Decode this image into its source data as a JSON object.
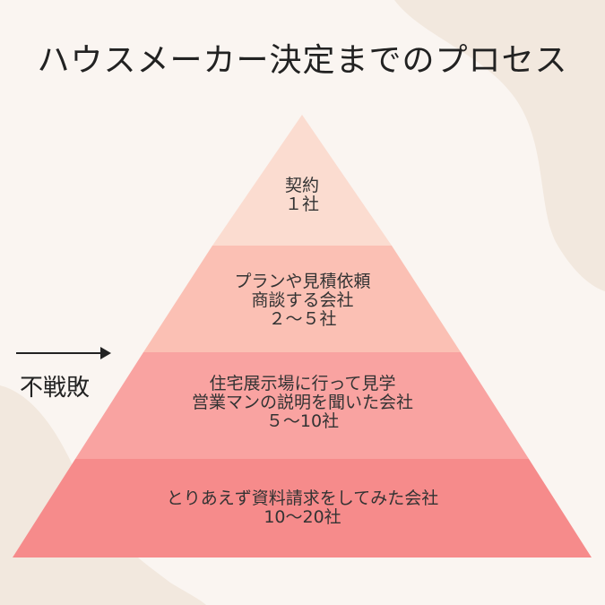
{
  "title": "ハウスメーカー決定までのプロセス",
  "side_label": "不戦敗",
  "colors": {
    "background": "#faf5f1",
    "blob": "#f2e8de",
    "tier1": "#fbdcd0",
    "tier2": "#fbc0b4",
    "tier3": "#f9a3a1",
    "tier4": "#f68b8b",
    "text": "#333333"
  },
  "tiers": [
    {
      "lines": [
        "契約",
        "１社"
      ]
    },
    {
      "lines": [
        "プランや見積依頼",
        "商談する会社",
        "２〜５社"
      ]
    },
    {
      "lines": [
        "住宅展示場に行って見学",
        "営業マンの説明を聞いた会社",
        "５〜10社"
      ]
    },
    {
      "lines": [
        "とりあえず資料請求をしてみた会社",
        "10〜20社"
      ]
    }
  ]
}
